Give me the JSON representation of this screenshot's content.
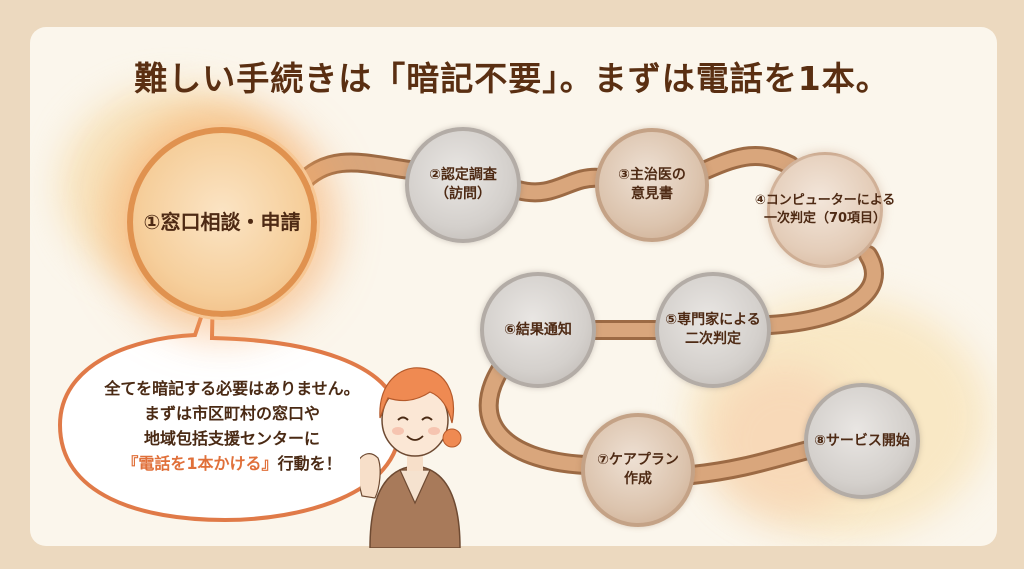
{
  "title": "難しい手続きは「暗記不要」。まずは電話を1本。",
  "steps": [
    {
      "label": "①窓口相談・申請"
    },
    {
      "label": "②認定調査\n（訪問）"
    },
    {
      "label": "③主治医の\n意見書"
    },
    {
      "label": "④コンピューターによる\n一次判定（70項目）"
    },
    {
      "label": "⑤専門家による\n二次判定"
    },
    {
      "label": "⑥結果通知"
    },
    {
      "label": "⑦ケアプラン\n作成"
    },
    {
      "label": "⑧サービス開始"
    }
  ],
  "speech_bubble": {
    "line1": "全てを暗記する必要はありません。",
    "line2": "まずは市区町村の窓口や",
    "line3": "地域包括支援センターに",
    "highlight": "『電話を1本かける』",
    "line4_suffix": "行動を！"
  },
  "colors": {
    "title": "#5a2f12",
    "path": "#c98e63",
    "main_circle": "#e0924f",
    "highlight": "#e0703a"
  }
}
